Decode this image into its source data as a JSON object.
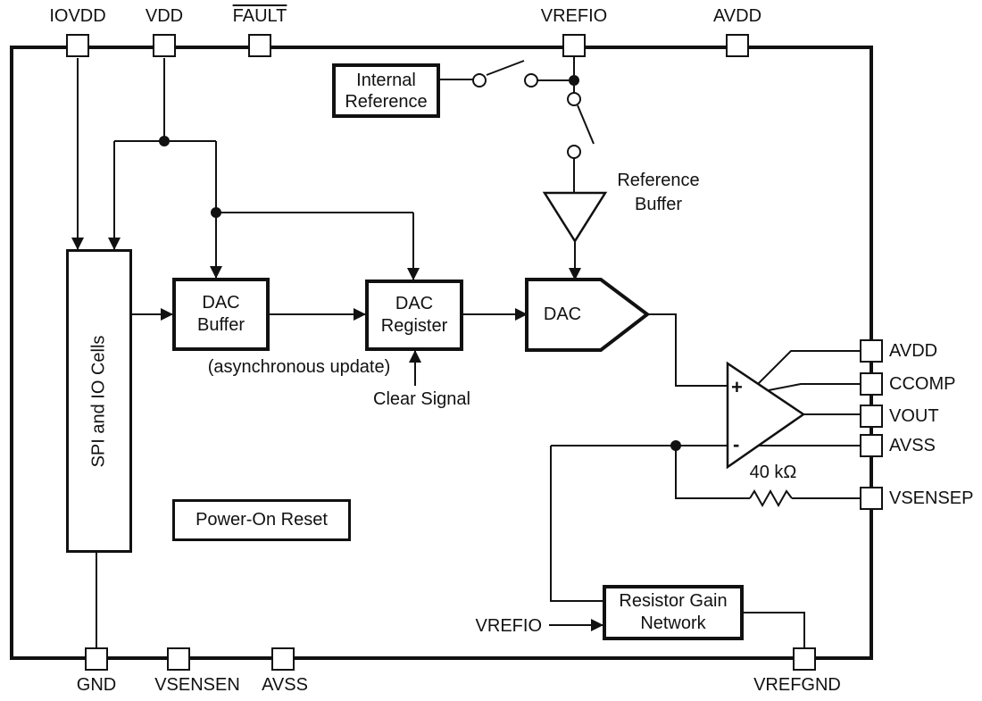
{
  "pins": {
    "top": [
      {
        "label": "IOVDD"
      },
      {
        "label": "VDD"
      },
      {
        "label": "FAULT"
      },
      {
        "label": "VREFIO"
      },
      {
        "label": "AVDD"
      }
    ],
    "right": [
      {
        "label": "AVDD"
      },
      {
        "label": "CCOMP"
      },
      {
        "label": "VOUT"
      },
      {
        "label": "AVSS"
      },
      {
        "label": "VSENSEP"
      }
    ],
    "bottom": [
      {
        "label": "GND"
      },
      {
        "label": "VSENSEN"
      },
      {
        "label": "AVSS"
      },
      {
        "label": "VREFGND"
      }
    ]
  },
  "blocks": {
    "internal_reference": {
      "line1": "Internal",
      "line2": "Reference"
    },
    "spi_io_cells": {
      "label": "SPI and IO Cells"
    },
    "dac_buffer": {
      "line1": "DAC",
      "line2": "Buffer"
    },
    "dac_register": {
      "line1": "DAC",
      "line2": "Register"
    },
    "dac": {
      "label": "DAC"
    },
    "power_on_reset": {
      "label": "Power-On Reset"
    },
    "resistor_gain_network": {
      "line1": "Resistor Gain",
      "line2": "Network"
    },
    "reference_buffer": {
      "line1": "Reference",
      "line2": "Buffer"
    }
  },
  "annotations": {
    "async_update": "(asynchronous update)",
    "clear_signal": "Clear Signal",
    "vrefio_internal": "VREFIO",
    "resistor_value": "40 kΩ",
    "opamp_plus": "+",
    "opamp_minus": "-"
  },
  "colors": {
    "ink": "#111111",
    "background": "#ffffff"
  }
}
